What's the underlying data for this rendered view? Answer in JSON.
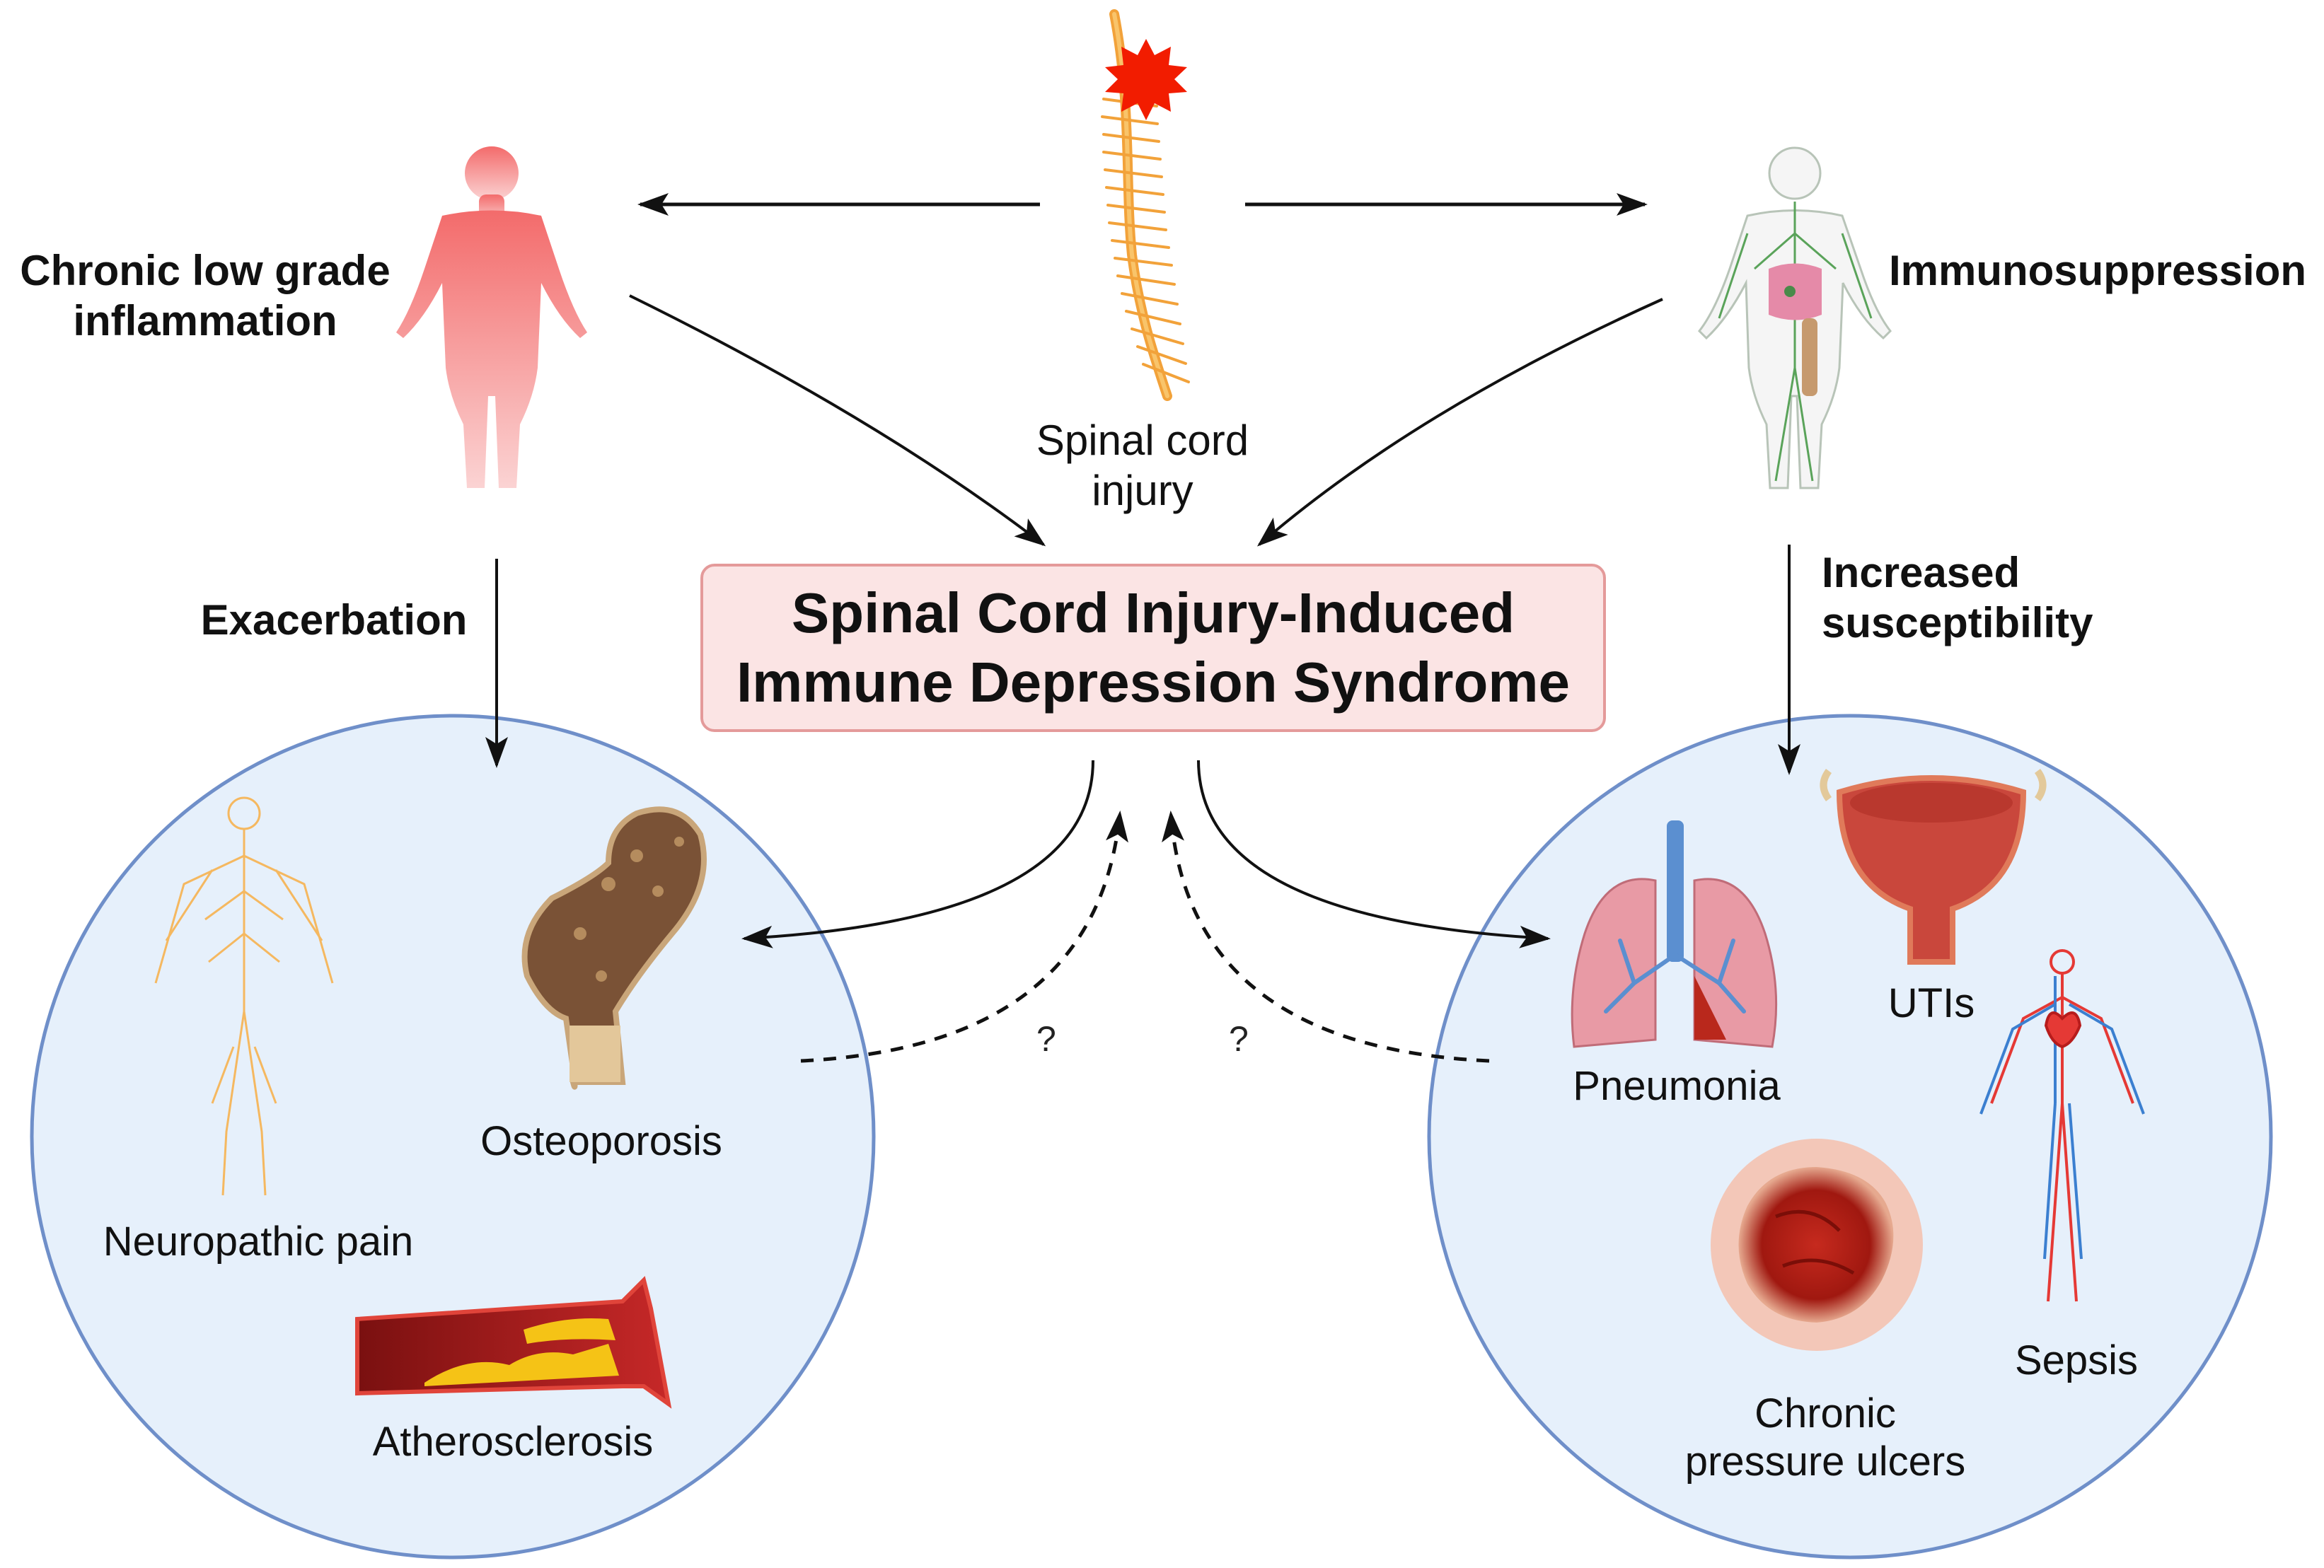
{
  "center": {
    "line1": "Spinal Cord Injury-Induced",
    "line2": "Immune Depression Syndrome"
  },
  "spinal": {
    "line1": "Spinal cord",
    "line2": "injury"
  },
  "left_top": {
    "line1": "Chronic low grade",
    "line2": "inflammation"
  },
  "right_top": {
    "label": "Immunosuppression"
  },
  "left_arrow_label": "Exacerbation",
  "right_arrow_label": {
    "line1": "Increased",
    "line2": "susceptibility"
  },
  "left_circle": {
    "neuropathic": "Neuropathic pain",
    "osteoporosis": "Osteoporosis",
    "atherosclerosis": "Atherosclerosis"
  },
  "right_circle": {
    "pneumonia": "Pneumonia",
    "utis": "UTIs",
    "sepsis": "Sepsis",
    "ulcers_line1": "Chronic",
    "ulcers_line2": "pressure ulcers"
  },
  "question_marks": [
    "?",
    "?"
  ],
  "colors": {
    "circle_fill": "#e6f0fb",
    "circle_stroke": "#6f8fc9",
    "box_fill": "#fbe4e4",
    "box_stroke": "#e49a9a",
    "body_red": "#f27a7a",
    "spine_orange": "#f2a23a",
    "burst_red": "#f21c00"
  },
  "icons": [
    "human-body-icon",
    "spine-icon",
    "injury-burst-icon",
    "lymphatic-body-icon",
    "nervous-system-icon",
    "femur-bone-icon",
    "artery-plaque-icon",
    "lungs-icon",
    "bladder-icon",
    "circulatory-system-icon",
    "pressure-ulcer-icon"
  ]
}
